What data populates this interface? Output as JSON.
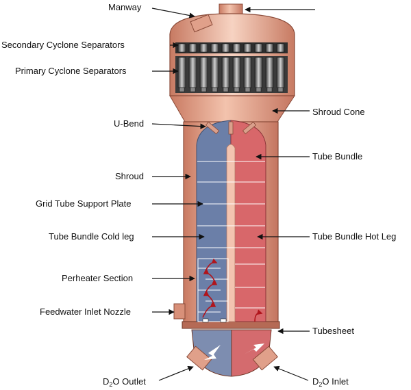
{
  "labels": {
    "manway": "Manway",
    "secondary_cyclone": "Secondary Cyclone Separators",
    "primary_cyclone": "Primary Cyclone Separators",
    "u_bend": "U-Bend",
    "shroud_cone": "Shroud Cone",
    "tube_bundle": "Tube Bundle",
    "shroud": "Shroud",
    "grid_plate": "Grid Tube Support Plate",
    "cold_leg": "Tube Bundle Cold leg",
    "hot_leg": "Tube Bundle Hot Leg",
    "preheater": "Perheater Section",
    "feedwater": "Feedwater Inlet Nozzle",
    "tubesheet": "Tubesheet",
    "outlet_main": "D",
    "outlet_sub": "2",
    "outlet_rest": "O Outlet",
    "inlet_main": "D",
    "inlet_sub": "2",
    "inlet_rest": "O Inlet"
  },
  "colors": {
    "shell": "#e8a68f",
    "shell_dark": "#c97a62",
    "shell_light": "#f6cdb9",
    "cold_leg": "#6b7fa8",
    "hot_leg": "#d8676a",
    "flow_arrow": "#b0151c"
  }
}
